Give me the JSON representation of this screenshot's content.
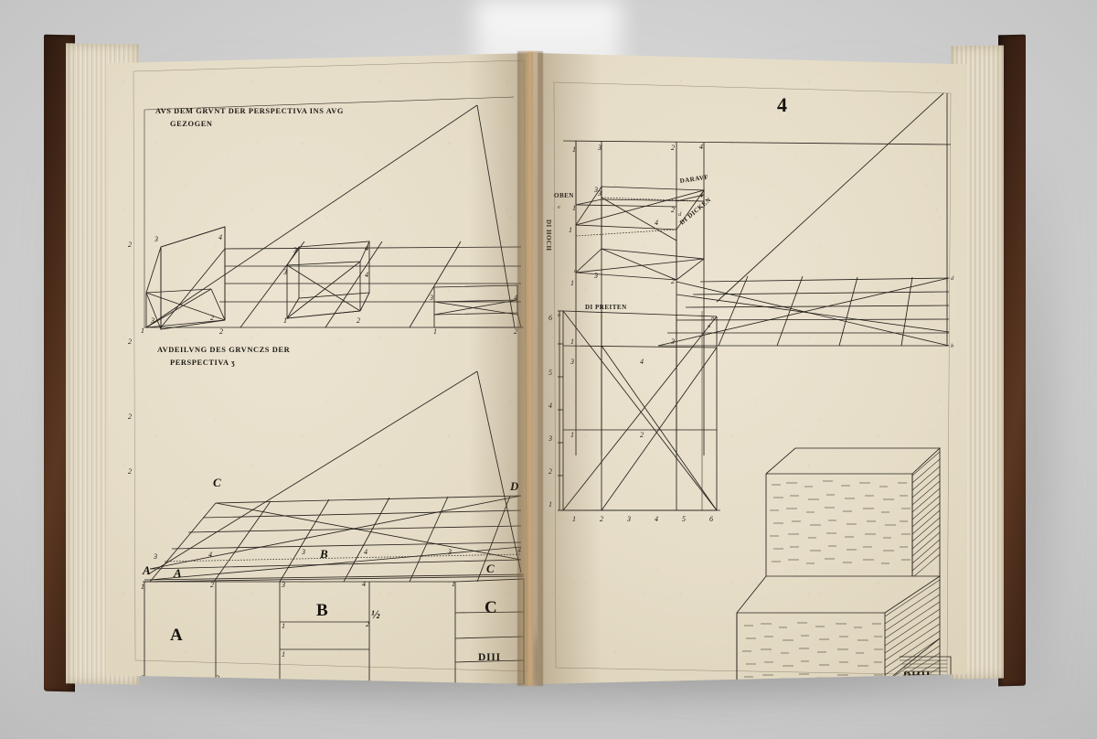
{
  "artifact": {
    "kind": "open-book-photograph",
    "background_color": "#d2d2d2",
    "cover_color": "#4a2b1a",
    "paper_color": "#e8e0cd",
    "ink_color": "#25211c"
  },
  "left_page": {
    "captions": [
      {
        "id": "title-upper-1",
        "text": "AVS DEM GRVNT DER PERSPECTIVA  INS AVG"
      },
      {
        "id": "title-upper-2",
        "text": "GEZOGEN"
      },
      {
        "id": "title-lower-1",
        "text": "AVDEILVNG DES GRVNCZS DER"
      },
      {
        "id": "title-lower-2",
        "text": "PERSPECTIVA ʒ"
      }
    ],
    "figure_letters": [
      "A",
      "A",
      "B",
      "B",
      "C",
      "C",
      "D"
    ],
    "fraction_label": "½",
    "signature": "DIII",
    "cube_vertex_numbers": [
      "1",
      "2",
      "3",
      "4"
    ],
    "baseline_numbers": [
      "1",
      "2",
      "3",
      "4"
    ],
    "margin_numbers": [
      "2",
      "2",
      "2",
      "2"
    ]
  },
  "right_page": {
    "plate_number": "4",
    "captions": [
      {
        "id": "oben",
        "text": "OBEN"
      },
      {
        "id": "darauf",
        "text": "DARAVF"
      },
      {
        "id": "di-dicken",
        "text": "DI DICKEN"
      },
      {
        "id": "di-hoch",
        "text": "DI HOCH"
      },
      {
        "id": "di-preiten",
        "text": "DI PREITEN"
      }
    ],
    "top_numbers": [
      "1",
      "3",
      "2",
      "4"
    ],
    "inner_numbers": [
      "1",
      "3",
      "2",
      "4"
    ],
    "baseline_numbers": [
      "1",
      "2",
      "3",
      "4",
      "5",
      "6"
    ],
    "vertical_scale_numbers": [
      "1",
      "2",
      "3",
      "4",
      "5",
      "6"
    ],
    "point_letters": [
      "a",
      "b",
      "c",
      "d",
      "e"
    ],
    "right_edge_letters": [
      "d",
      "b"
    ],
    "signature": "DIIII"
  }
}
